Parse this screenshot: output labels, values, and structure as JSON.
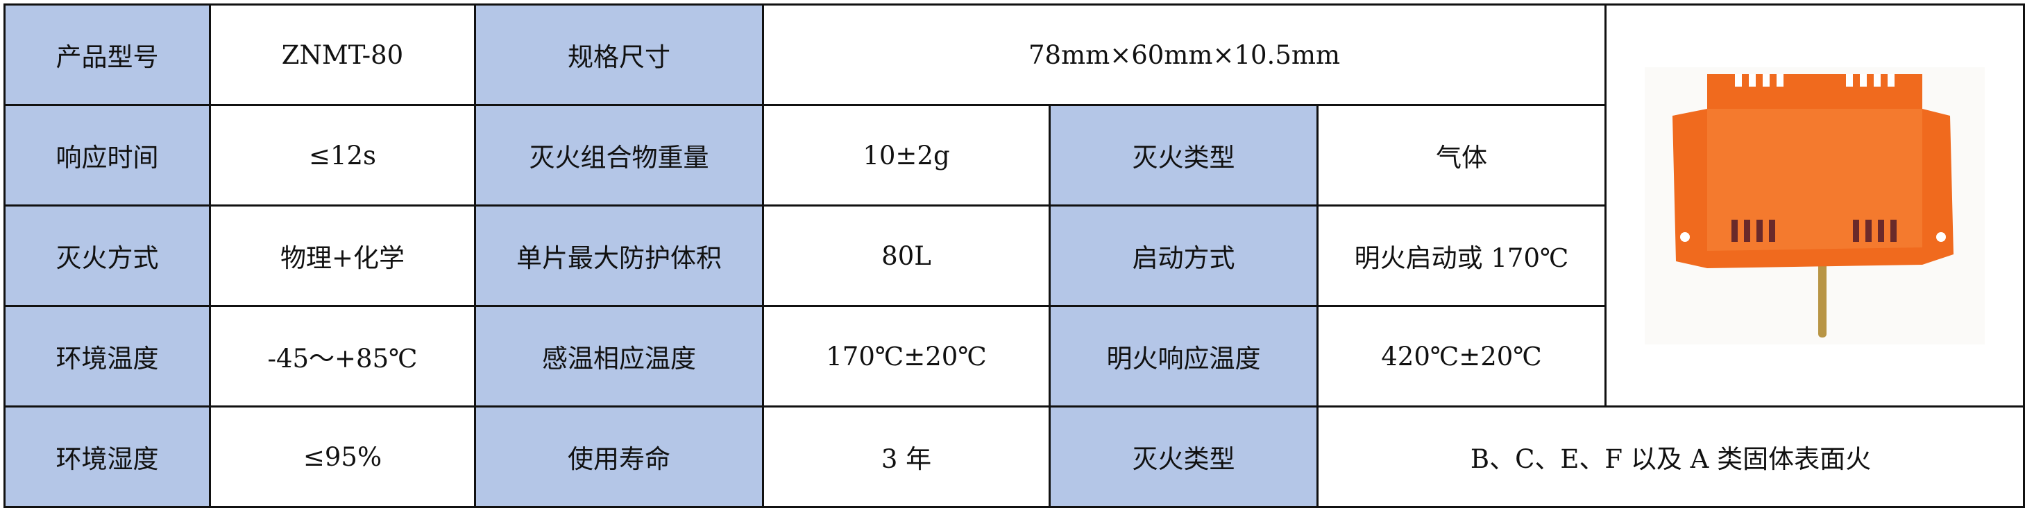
{
  "colors": {
    "header_bg": "#B4C6E7",
    "device": "#F06A1E"
  },
  "rows": [
    {
      "l1": "产品型号",
      "v1": "ZNMT-80",
      "l2": "规格尺寸",
      "v2": "78mm×60mm×10.5mm"
    },
    {
      "l1": "响应时间",
      "v1": "≤12s",
      "l2": "灭火组合物重量",
      "v2": "10±2g",
      "l3": "灭火类型",
      "v3": "气体"
    },
    {
      "l1": "灭火方式",
      "v1": "物理+化学",
      "l2": "单片最大防护体积",
      "v2": "80L",
      "l3": "启动方式",
      "v3": "明火启动或 170℃"
    },
    {
      "l1": "环境温度",
      "v1": "-45～+85℃",
      "l2": "感温相应温度",
      "v2": "170℃±20℃",
      "l3": "明火响应温度",
      "v3": "420℃±20℃"
    },
    {
      "l1": "环境湿度",
      "v1": "≤95%",
      "l2": "使用寿命",
      "v2": "3 年",
      "l3": "灭火类型",
      "v3": "B、C、E、F 以及 A 类固体表面火"
    }
  ],
  "image": {
    "icon": "fire-extinguishing-device-photo"
  }
}
